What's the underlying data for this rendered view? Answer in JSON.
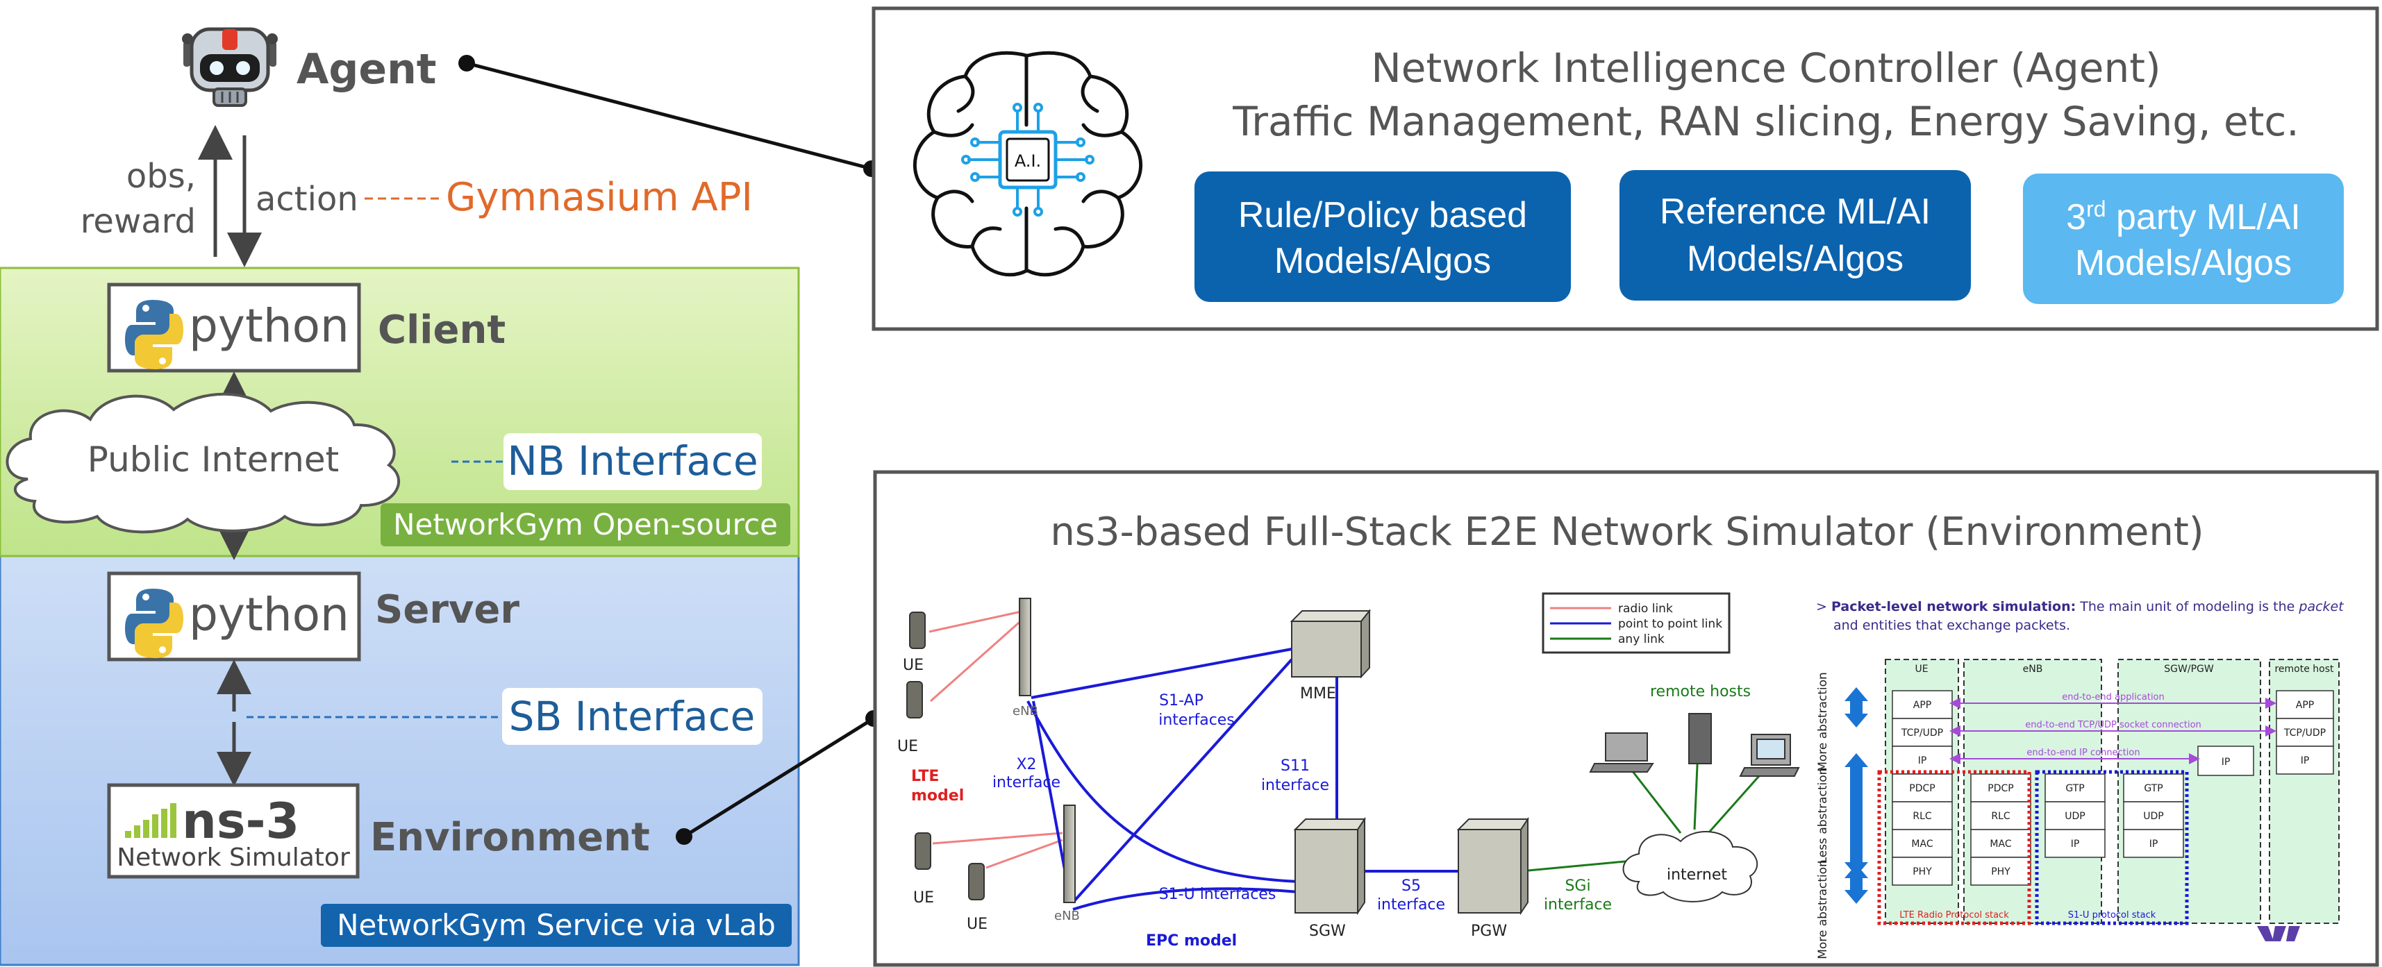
{
  "agent": {
    "label": "Agent",
    "obs_reward": [
      "obs,",
      "reward"
    ],
    "action": "action",
    "api": "Gymnasium API"
  },
  "client": {
    "python_word": "python",
    "label": "Client",
    "cloud": "Public Internet",
    "nb_interface": "NB Interface",
    "badge": "NetworkGym Open-source"
  },
  "server": {
    "python_word": "python",
    "label": "Server",
    "sb_interface": "SB Interface"
  },
  "environment": {
    "ns3_word": "ns-3",
    "ns3_sub": "Network Simulator",
    "label": "Environment",
    "badge": "NetworkGym Service via vLab"
  },
  "controller": {
    "title1": "Network Intelligence Controller (Agent)",
    "title2": "Traffic Management, RAN slicing, Energy Saving, etc.",
    "ai_chip": "A.I.",
    "buttons": [
      {
        "line1": "Rule/Policy based",
        "line2": "Models/Algos",
        "color": "#0b63ae"
      },
      {
        "line1": "Reference ML/AI",
        "line2": "Models/Algos",
        "color": "#0b63ae"
      },
      {
        "line1_main": "3",
        "line1_sup": "rd",
        "line1_rest": " party ML/AI",
        "line2": "Models/Algos",
        "color": "#5bb8f0"
      }
    ]
  },
  "simulator": {
    "title": "ns3-based Full-Stack E2E Network Simulator (Environment)",
    "lte": {
      "ue": "UE",
      "enb": "eNB",
      "lte_model": [
        "LTE",
        "model"
      ],
      "x2": [
        "X2",
        "interface"
      ],
      "s1ap": [
        "S1-AP",
        "interfaces"
      ],
      "mme": "MME",
      "s11": [
        "S11",
        "interface"
      ],
      "s1u": "S1-U interfaces",
      "sgw": "SGW",
      "s5": [
        "S5",
        "interface"
      ],
      "pgw": "PGW",
      "sgi": [
        "SGi",
        "interface"
      ],
      "internet": "internet",
      "remote_hosts": "remote hosts",
      "epc_model": "EPC model",
      "legend": [
        "radio link",
        "point to point link",
        "any link"
      ]
    },
    "stack": {
      "heading_bold": "Packet-level network simulation:",
      "heading_rest": " The main unit of modeling is the ",
      "heading_italic": "packet",
      "heading_line2": "and entities that exchange packets.",
      "cols": [
        "UE",
        "eNB",
        "SGW/PGW",
        "remote host"
      ],
      "ue_layers": [
        "APP",
        "TCP/UDP",
        "IP",
        "PDCP",
        "RLC",
        "MAC",
        "PHY"
      ],
      "enb_layers": [
        "PDCP",
        "RLC",
        "MAC",
        "PHY"
      ],
      "enb_gtp": [
        "GTP",
        "UDP",
        "IP"
      ],
      "sgw_gtp": [
        "GTP",
        "UDP",
        "IP"
      ],
      "sgw_ip": "IP",
      "host_layers": [
        "APP",
        "TCP/UDP",
        "IP"
      ],
      "arrows": [
        "end-to-end application",
        "end-to-end TCP/UDP socket connection",
        "end-to-end IP connection"
      ],
      "abstraction": [
        "More abstraction",
        "Less abstraction",
        "More abstraction"
      ],
      "lte_stack_label": "LTE Radio Protocol stack",
      "s1u_stack_label": "S1-U protocol stack"
    }
  }
}
